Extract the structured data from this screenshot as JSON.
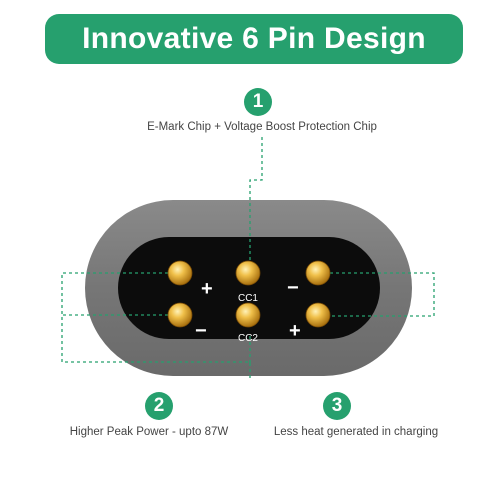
{
  "title": "Innovative 6 Pin Design",
  "features": [
    {
      "number": "1",
      "text": "E-Mark Chip + Voltage Boost Protection Chip"
    },
    {
      "number": "2",
      "text": "Higher Peak Power - upto 87W"
    },
    {
      "number": "3",
      "text": "Less heat generated in charging"
    }
  ],
  "pin_labels": {
    "left_top": "+",
    "left_bottom": "−",
    "cc_top": "CC1",
    "cc_bottom": "CC2",
    "right_top": "−",
    "right_bottom": "+"
  },
  "colors": {
    "accent": "#26a06e",
    "connector_shell": "#7b7b7b",
    "connector_face": "#0c0c0c",
    "pin_gold": "#e3a833"
  }
}
